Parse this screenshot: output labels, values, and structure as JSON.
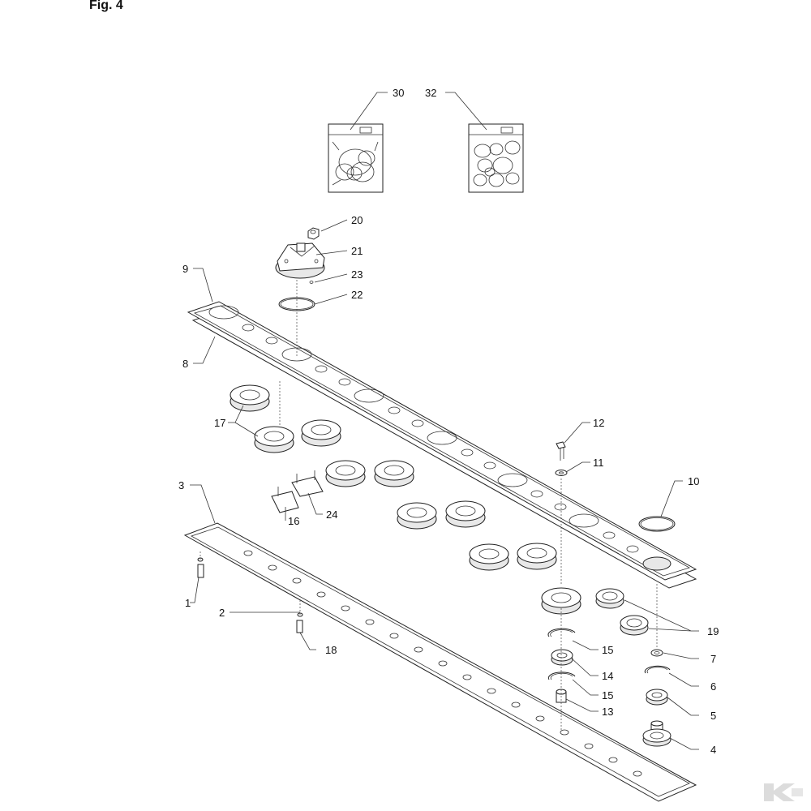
{
  "figure_title": "Fig. 4",
  "callouts": [
    "1",
    "2",
    "3",
    "4",
    "5",
    "6",
    "7",
    "8",
    "9",
    "10",
    "11",
    "12",
    "13",
    "14",
    "15",
    "15",
    "16",
    "17",
    "18",
    "19",
    "20",
    "21",
    "22",
    "23",
    "24",
    "30",
    "32"
  ],
  "colors": {
    "line": "#222222",
    "watermark": "#dcdcdc"
  }
}
